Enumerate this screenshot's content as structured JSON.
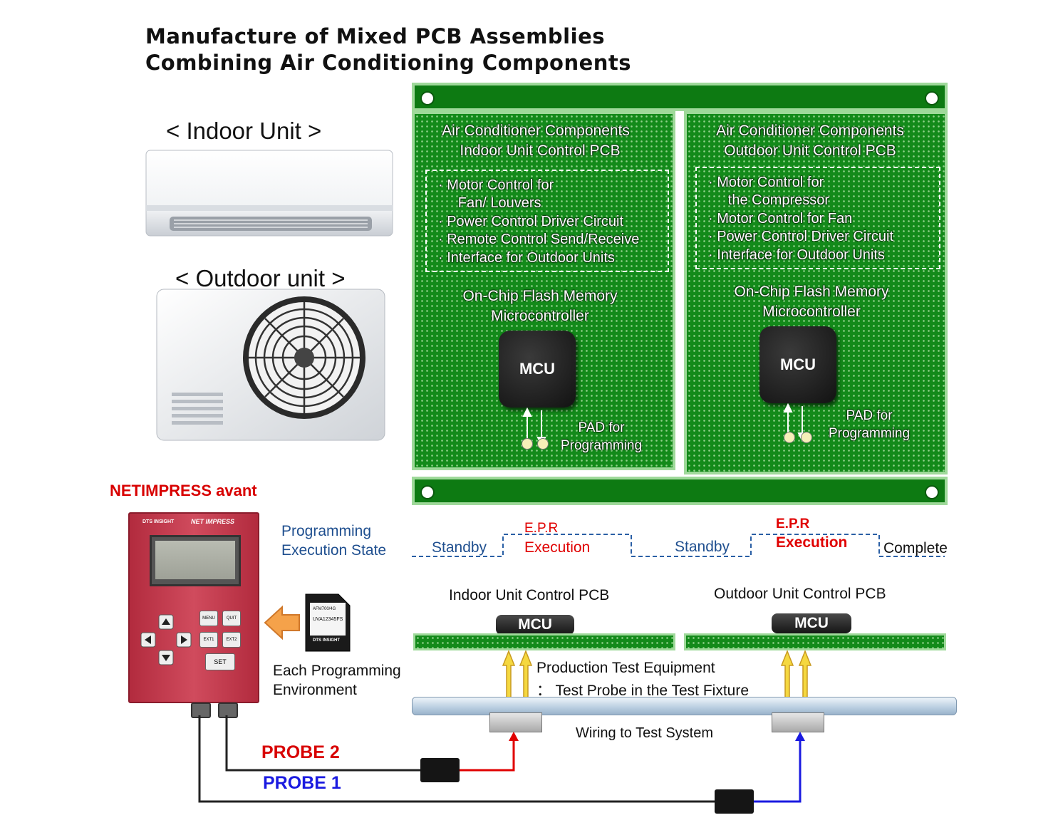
{
  "title": {
    "line1": "Manufacture of Mixed PCB Assemblies",
    "line2": "Combining Air Conditioning Components"
  },
  "units": {
    "indoor_label": "< Indoor Unit >",
    "outdoor_label": "< Outdoor unit >"
  },
  "indoor_pcb": {
    "heading1": "Air Conditioner Components",
    "heading2": "Indoor Unit Control PCB",
    "functions": [
      "· Motor Control for",
      "     Fan/ Louvers",
      "· Power Control Driver Circuit",
      "· Remote Control Send/Receive",
      "· Interface for Outdoor Units"
    ],
    "memory1": "On-Chip Flash Memory",
    "memory2": "Microcontroller",
    "mcu": "MCU",
    "pad1": "PAD for",
    "pad2": "Programming"
  },
  "outdoor_pcb": {
    "heading1": "Air Conditioner Components",
    "heading2": "Outdoor Unit Control PCB",
    "functions": [
      "· Motor Control for",
      "     the Compressor",
      "· Motor Control for Fan",
      "· Power Control Driver Circuit",
      "· Interface for Outdoor Units"
    ],
    "memory1": "On-Chip Flash Memory",
    "memory2": "Microcontroller",
    "mcu": "MCU",
    "pad1": "PAD for",
    "pad2": "Programming"
  },
  "programmer": {
    "name": "NETIMPRESS avant",
    "brand": "DTS INSIGHT",
    "model": "NET IMPRESS",
    "buttons": {
      "menu": "MENU",
      "quit": "QUIT",
      "ext1": "EXT1",
      "ext2": "EXT2",
      "set": "SET"
    }
  },
  "sd_card": {
    "model_line": "AFM700/4G",
    "id_line": "UVA12345FS",
    "brand": "DTS INSIGHT"
  },
  "environment": {
    "line1": "Each Programming",
    "line2": "Environment"
  },
  "execution": {
    "label1": "Programming",
    "label2": "Execution State",
    "standby1": "Standby",
    "epr1a": "E.P.R",
    "epr1b": "Execution",
    "standby2": "Standby",
    "epr2a": "E.P.R",
    "epr2b": "Execution",
    "complete": "Complete"
  },
  "fixture": {
    "indoor_label": "Indoor Unit Control PCB",
    "outdoor_label": "Outdoor Unit Control PCB",
    "mcu": "MCU",
    "equip1": "Production Test Equipment",
    "equip2": "： Test Probe in the Test Fixture",
    "wiring": "Wiring to Test System"
  },
  "probes": {
    "probe2": "PROBE 2",
    "probe1": "PROBE 1"
  },
  "colors": {
    "pcb_green": "#138a1a",
    "programmer_red": "#c0384a",
    "probe2_red": "#e00000",
    "probe1_blue": "#1a1ae0",
    "state_blue": "#1f4f8f",
    "epr_red": "#e00000",
    "arrow_orange": "#f5a24a"
  }
}
